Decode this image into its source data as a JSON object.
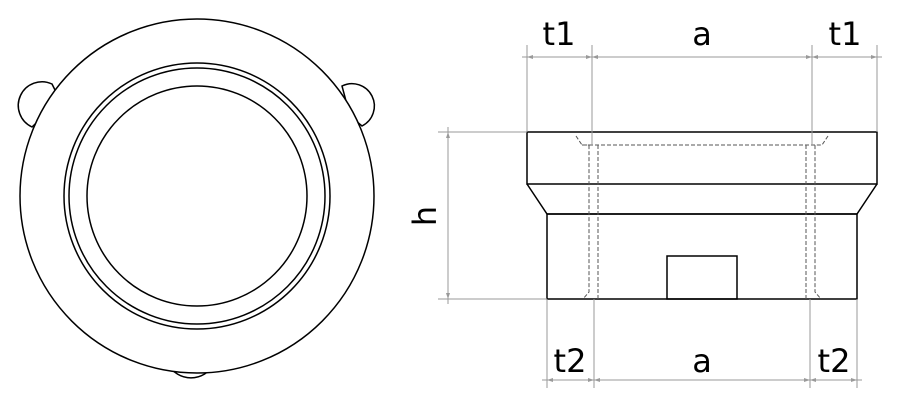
{
  "labels": {
    "top_left": "t1",
    "top_middle": "a",
    "top_right": "t1",
    "bottom_left": "t2",
    "bottom_middle": "a",
    "bottom_right": "t2",
    "height": "h"
  }
}
